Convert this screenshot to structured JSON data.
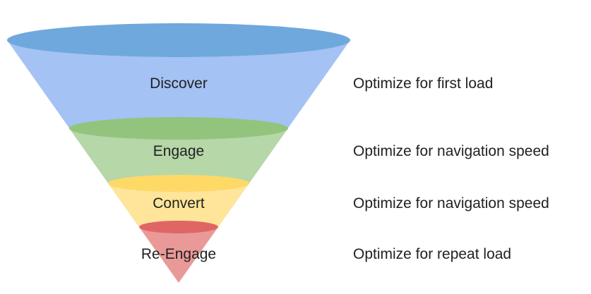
{
  "diagram": {
    "type": "funnel",
    "background_color": "#ffffff",
    "text_color": "#212121",
    "stages": [
      {
        "label": "Discover",
        "annotation": "Optimize for first load",
        "rim_color": "#6fa8dc",
        "body_color": "#a4c2f4"
      },
      {
        "label": "Engage",
        "annotation": "Optimize for navigation speed",
        "rim_color": "#93c47d",
        "body_color": "#b6d7a8"
      },
      {
        "label": "Convert",
        "annotation": "Optimize for navigation speed",
        "rim_color": "#ffd966",
        "body_color": "#ffe599"
      },
      {
        "label": "Re-Engage",
        "annotation": "Optimize for repeat load",
        "rim_color": "#e06666",
        "body_color": "#ea9999"
      }
    ]
  }
}
